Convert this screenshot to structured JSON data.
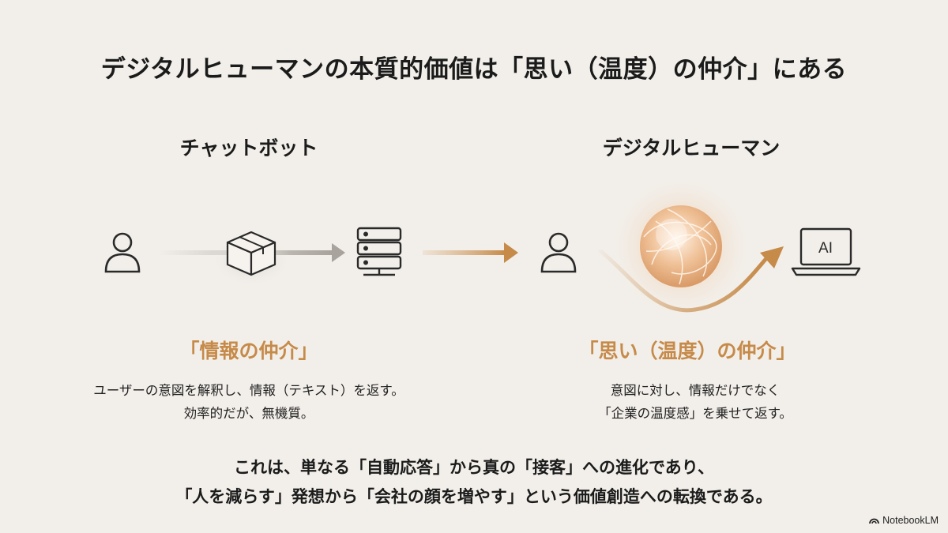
{
  "title": "デジタルヒューマンの本質的価値は「思い（温度）の仲介」にある",
  "left": {
    "heading": "チャットボット",
    "concept": "「情報の仲介」",
    "desc_line1": "ユーザーの意図を解釈し、情報（テキスト）を返す。",
    "desc_line2": "効率的だが、無機質。",
    "icons": [
      "user-icon",
      "box-icon",
      "server-icon"
    ]
  },
  "right": {
    "heading": "デジタルヒューマン",
    "concept": "「思い（温度）の仲介」",
    "desc_line1": "意図に対し、情報だけでなく",
    "desc_line2": "「企業の温度感」を乗せて返す。",
    "icons": [
      "user-icon",
      "glowing-orb-icon",
      "ai-laptop-icon"
    ],
    "laptop_label": "AI"
  },
  "conclusion": {
    "line1": "これは、単なる「自動応答」から真の「接客」への進化であり、",
    "line2": "「人を減らす」発想から「会社の顔を増やす」という価値創造への転換である。"
  },
  "brand": "NotebookLM",
  "colors": {
    "background": "#f2efea",
    "accent": "#c68a49",
    "grey_arrow": "#a8a39c",
    "text": "#1b1b1b"
  }
}
